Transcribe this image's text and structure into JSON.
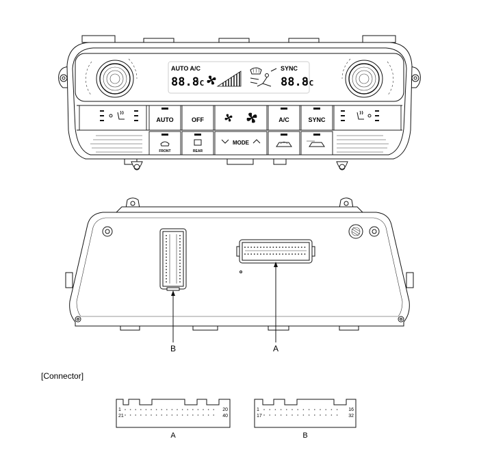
{
  "front_panel": {
    "display": {
      "auto_ac": "AUTO A/C",
      "sync": "SYNC",
      "temp_left": "88.8",
      "temp_right": "88.8",
      "unit": "°C"
    },
    "buttons_row1": [
      "AUTO",
      "OFF",
      "A/C",
      "SYNC"
    ],
    "buttons_row2": [
      "FRONT",
      "REAR",
      "MODE"
    ]
  },
  "rear_panel": {
    "callouts": [
      "B",
      "A"
    ]
  },
  "connector_section": {
    "title": "[Connector]",
    "connector_a": {
      "label": "A",
      "pin_top_left": "1",
      "pin_top_right": "20",
      "pin_bottom_left": "21",
      "pin_bottom_right": "40"
    },
    "connector_b": {
      "label": "B",
      "pin_top_left": "1",
      "pin_top_right": "16",
      "pin_bottom_left": "17",
      "pin_bottom_right": "32"
    }
  }
}
